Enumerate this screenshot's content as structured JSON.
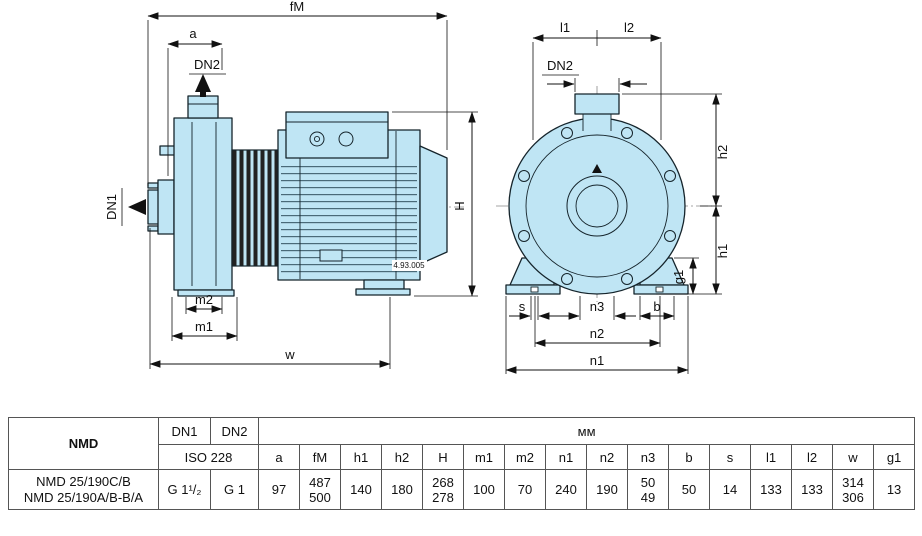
{
  "colors": {
    "pump_fill": "#bfe5f4",
    "outline": "#15242b"
  },
  "side_view": {
    "labels": {
      "fM": "fM",
      "a": "a",
      "dn2": "DN2",
      "dn1": "DN1",
      "H": "H",
      "m2": "m2",
      "m1": "m1",
      "w": "w",
      "code": "4.93.005"
    }
  },
  "front_view": {
    "labels": {
      "l1": "l1",
      "l2": "l2",
      "dn2": "DN2",
      "h2": "h2",
      "h1": "h1",
      "g1": "g1",
      "s": "s",
      "n3": "n3",
      "b": "b",
      "n2": "n2",
      "n1": "n1"
    }
  },
  "table": {
    "model_header": "NMD",
    "dn1_header": "DN1",
    "dn2_header": "DN2",
    "iso_header": "ISO 228",
    "unit_header": "мм",
    "dim_headers": [
      "a",
      "fM",
      "h1",
      "h2",
      "H",
      "m1",
      "m2",
      "n1",
      "n2",
      "n3",
      "b",
      "s",
      "l1",
      "l2",
      "w",
      "g1"
    ],
    "row": {
      "models": [
        "NMD 25/190C/B",
        "NMD 25/190A/B-B/A"
      ],
      "dn1": "G 1¹/₂",
      "dn2": "G 1",
      "values": {
        "a": "97",
        "fM": [
          "487",
          "500"
        ],
        "h1": "140",
        "h2": "180",
        "H": [
          "268",
          "278"
        ],
        "m1": "100",
        "m2": "70",
        "n1": "240",
        "n2": "190",
        "n3": [
          "50",
          "49"
        ],
        "b": "50",
        "s": "14",
        "l1": "133",
        "l2": "133",
        "w": [
          "314",
          "306"
        ],
        "g1": "13"
      }
    }
  }
}
